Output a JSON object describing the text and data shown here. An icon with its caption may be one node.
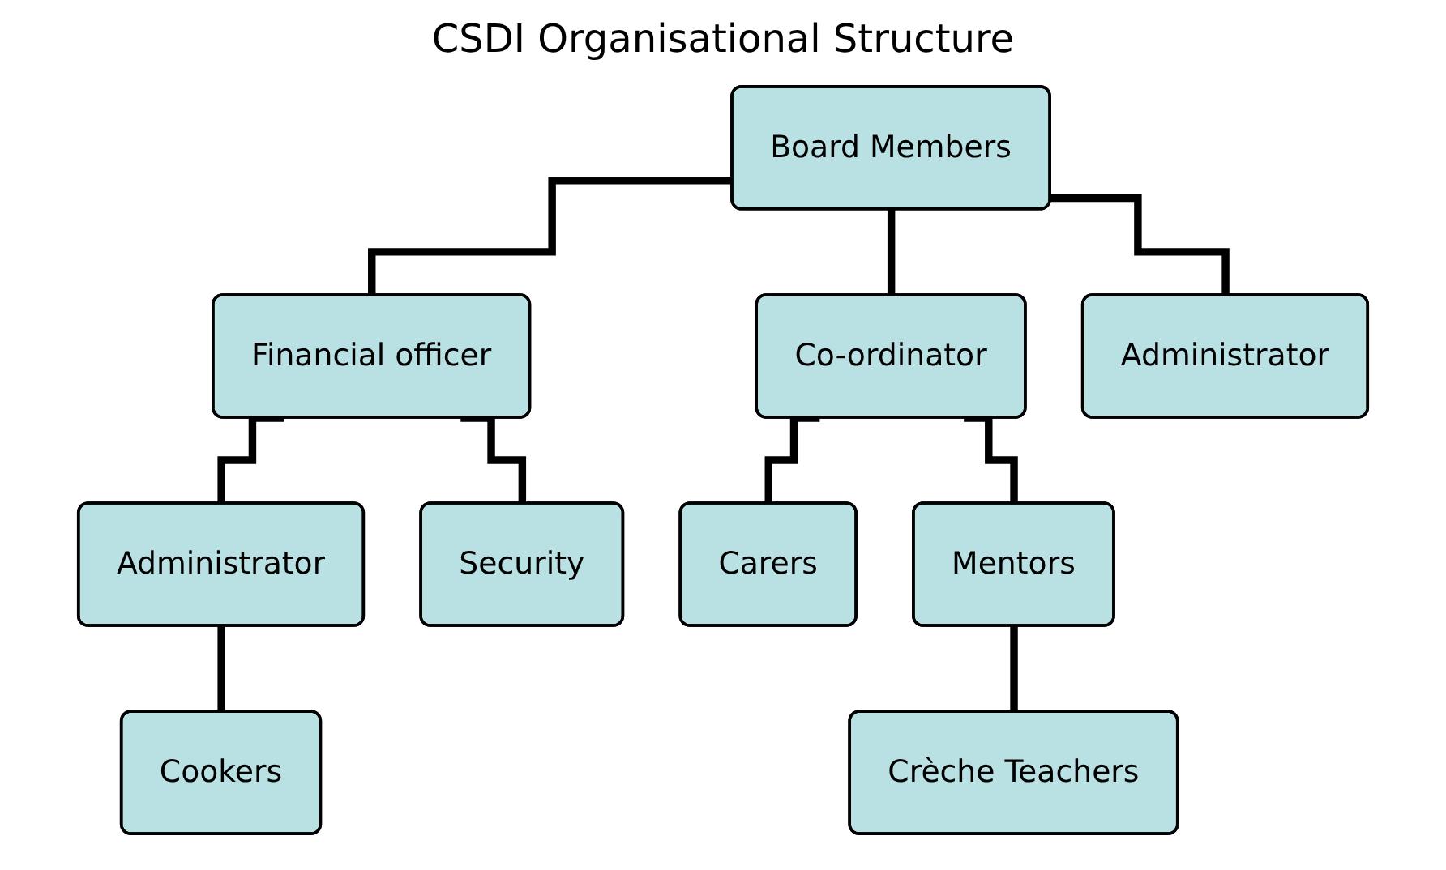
{
  "diagram": {
    "title": "CSDI Organisational Structure",
    "nodes": [
      {
        "text": [
          "Board Members"
        ]
      },
      {
        "text": [
          "Financial officer"
        ]
      },
      {
        "text": [
          "Co-ordinator"
        ]
      },
      {
        "text": [
          "Administrator"
        ]
      },
      {
        "text": [
          "Administrator"
        ]
      },
      {
        "text": [
          "Security"
        ]
      },
      {
        "text": [
          "Carers"
        ]
      },
      {
        "text": [
          "Mentors"
        ]
      },
      {
        "text": [
          "Cookers"
        ]
      },
      {
        "text": [
          "Crèche Teachers"
        ]
      }
    ],
    "edges": [
      {
        "from": 0,
        "to": 1,
        "arrow": "none"
      },
      {
        "from": 0,
        "to": 2,
        "arrow": "none"
      },
      {
        "from": 0,
        "to": 3,
        "arrow": "none"
      },
      {
        "from": 1,
        "to": 4,
        "arrow": "none"
      },
      {
        "from": 1,
        "to": 5,
        "arrow": "none"
      },
      {
        "from": 2,
        "to": 6,
        "arrow": "none"
      },
      {
        "from": 2,
        "to": 7,
        "arrow": "none"
      },
      {
        "from": 4,
        "to": 8,
        "arrow": "none"
      },
      {
        "from": 7,
        "to": 9,
        "arrow": "none"
      }
    ]
  }
}
